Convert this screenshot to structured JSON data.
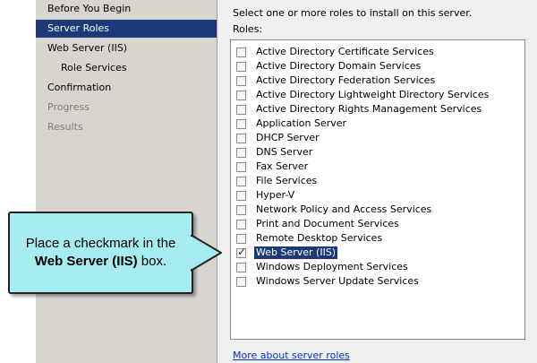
{
  "nav": {
    "items": [
      {
        "label": "Before You Begin",
        "state": "normal"
      },
      {
        "label": "Server Roles",
        "state": "active"
      },
      {
        "label": "Web Server (IIS)",
        "state": "normal"
      },
      {
        "label": "Role Services",
        "state": "sub"
      },
      {
        "label": "Confirmation",
        "state": "normal"
      },
      {
        "label": "Progress",
        "state": "disabled"
      },
      {
        "label": "Results",
        "state": "disabled"
      }
    ]
  },
  "content": {
    "instruction": "Select one or more roles to install on this server.",
    "roles_label": "Roles:",
    "roles": [
      {
        "label": "Active Directory Certificate Services",
        "checked": false
      },
      {
        "label": "Active Directory Domain Services",
        "checked": false
      },
      {
        "label": "Active Directory Federation Services",
        "checked": false
      },
      {
        "label": "Active Directory Lightweight Directory Services",
        "checked": false
      },
      {
        "label": "Active Directory Rights Management Services",
        "checked": false
      },
      {
        "label": "Application Server",
        "checked": false
      },
      {
        "label": "DHCP Server",
        "checked": false
      },
      {
        "label": "DNS Server",
        "checked": false
      },
      {
        "label": "Fax Server",
        "checked": false
      },
      {
        "label": "File Services",
        "checked": false
      },
      {
        "label": "Hyper-V",
        "checked": false
      },
      {
        "label": "Network Policy and Access Services",
        "checked": false
      },
      {
        "label": "Print and Document Services",
        "checked": false
      },
      {
        "label": "Remote Desktop Services",
        "checked": false
      },
      {
        "label": "Web Server (IIS)",
        "checked": true,
        "selected": true
      },
      {
        "label": "Windows Deployment Services",
        "checked": false
      },
      {
        "label": "Windows Server Update Services",
        "checked": false
      }
    ],
    "more_link": "More about server roles"
  },
  "callout": {
    "line1": "Place a checkmark in the",
    "bold": "Web Server (IIS)",
    "line2_suffix": " box."
  },
  "colors": {
    "nav_bg": "#d8d5cf",
    "selection": "#1d3a78",
    "callout_bg": "#a6ecf0",
    "link": "#0033cc"
  }
}
